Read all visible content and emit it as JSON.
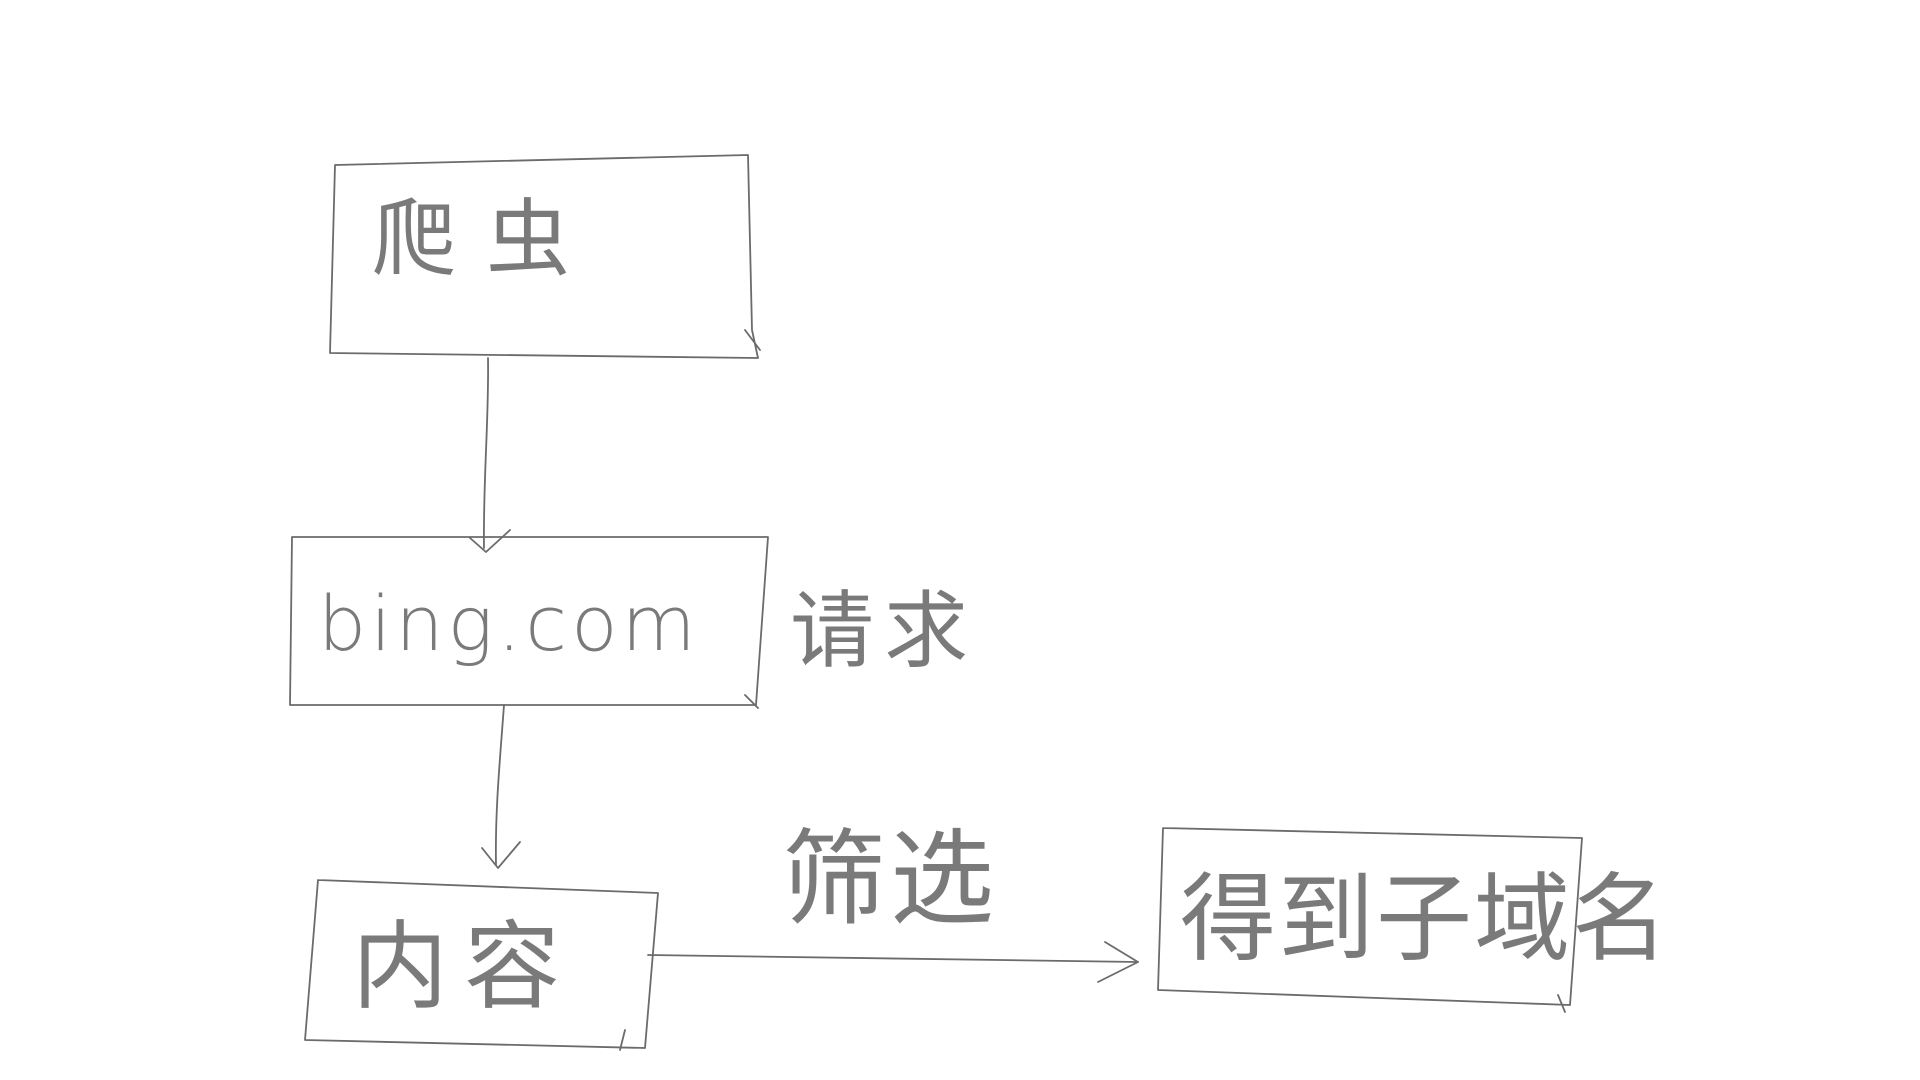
{
  "nodes": {
    "crawler": {
      "label": "爬虫"
    },
    "bing": {
      "label": "bing.com"
    },
    "content": {
      "label": "内容"
    },
    "result": {
      "label": "得到子域名"
    }
  },
  "edges": {
    "crawler_to_bing": {
      "label": "请求"
    },
    "content_to_result": {
      "label": "筛选"
    }
  },
  "colors": {
    "stroke": "#6b6b6b",
    "background": "#ffffff"
  }
}
